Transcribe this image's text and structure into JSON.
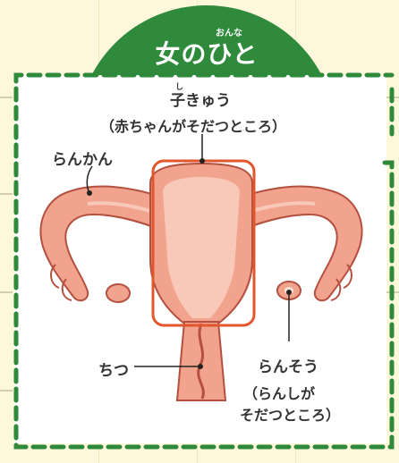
{
  "header": {
    "title": "女のひと",
    "title_ruby": "おんな"
  },
  "diagram": {
    "uterus": {
      "ruby": "し",
      "label": "子きゅう",
      "sublabel": "（赤ちゃんがそだつところ）"
    },
    "fallopian_tube": {
      "label": "らんかん"
    },
    "vagina": {
      "label": "ちつ"
    },
    "ovary": {
      "label": "らんそう",
      "sublabel_1": "（らんしが",
      "sublabel_2": "そだつところ）"
    }
  },
  "colors": {
    "background": "#fdf8dc",
    "tab_green": "#2f8a3c",
    "border_green": "#2e8a3a",
    "organ_fill": "#f2a38e",
    "organ_inner": "#f8c9b8",
    "organ_outline": "#b3503f",
    "highlight_box": "#e2562b"
  }
}
